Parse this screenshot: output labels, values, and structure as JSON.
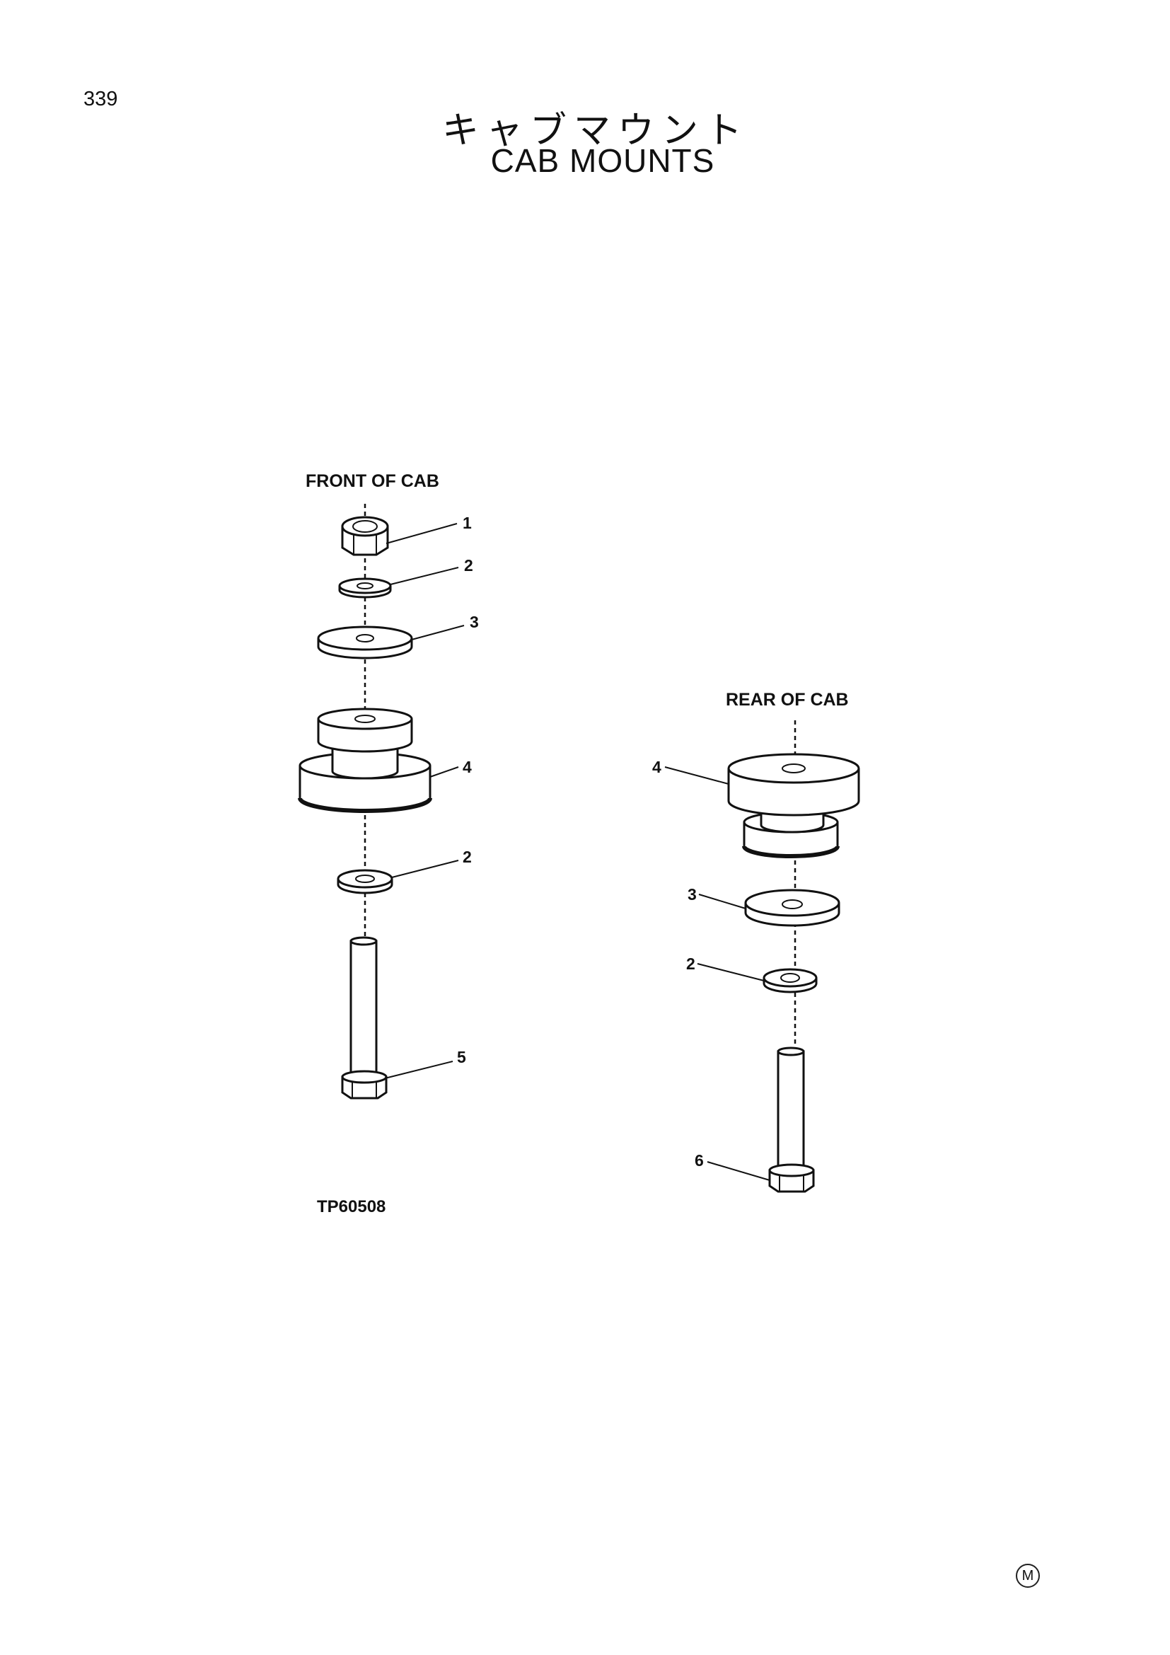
{
  "page": {
    "number": "339",
    "title_jp": "キャブマウント",
    "title_en": "CAB MOUNTS",
    "figure_code": "TP60508",
    "mark": "M"
  },
  "front": {
    "caption": "FRONT OF CAB",
    "callouts": [
      "1",
      "2",
      "3",
      "4",
      "2",
      "5"
    ]
  },
  "rear": {
    "caption": "REAR OF CAB",
    "callouts": [
      "4",
      "3",
      "2",
      "6"
    ]
  }
}
